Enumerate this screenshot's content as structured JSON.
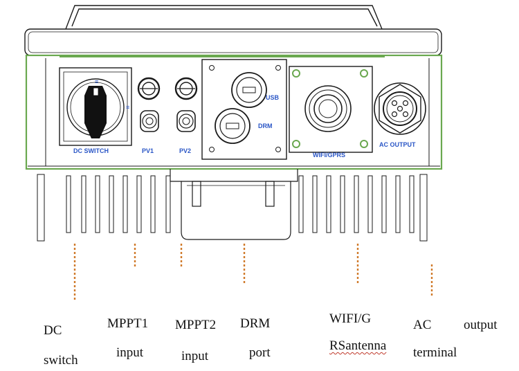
{
  "panel_labels": {
    "dc_switch": "DC SWITCH",
    "pv1": "PV1",
    "pv2": "PV2",
    "usb": "USB",
    "drm": "DRM",
    "wifi_gprs": "WIFI/GPRS",
    "ac_output": "AC OUTPUT"
  },
  "callouts": {
    "dc_switch": {
      "line1": "DC",
      "line2": "switch"
    },
    "mppt1": {
      "line1": "MPPT1",
      "line2": "input"
    },
    "mppt2": {
      "line1": "MPPT2",
      "line2": "input"
    },
    "drm": {
      "line1": "DRM",
      "line2": "port"
    },
    "wifi": {
      "line1": "WIFI/G",
      "line2": "RSantenna"
    },
    "ac": {
      "line1a": "AC",
      "line1b": "output",
      "line2": "terminal"
    }
  },
  "colors": {
    "outline": "#1a1a1a",
    "housing_green": "#6aa84f",
    "label_blue": "#2a56c6",
    "leader_orange": "#d07a2a"
  }
}
